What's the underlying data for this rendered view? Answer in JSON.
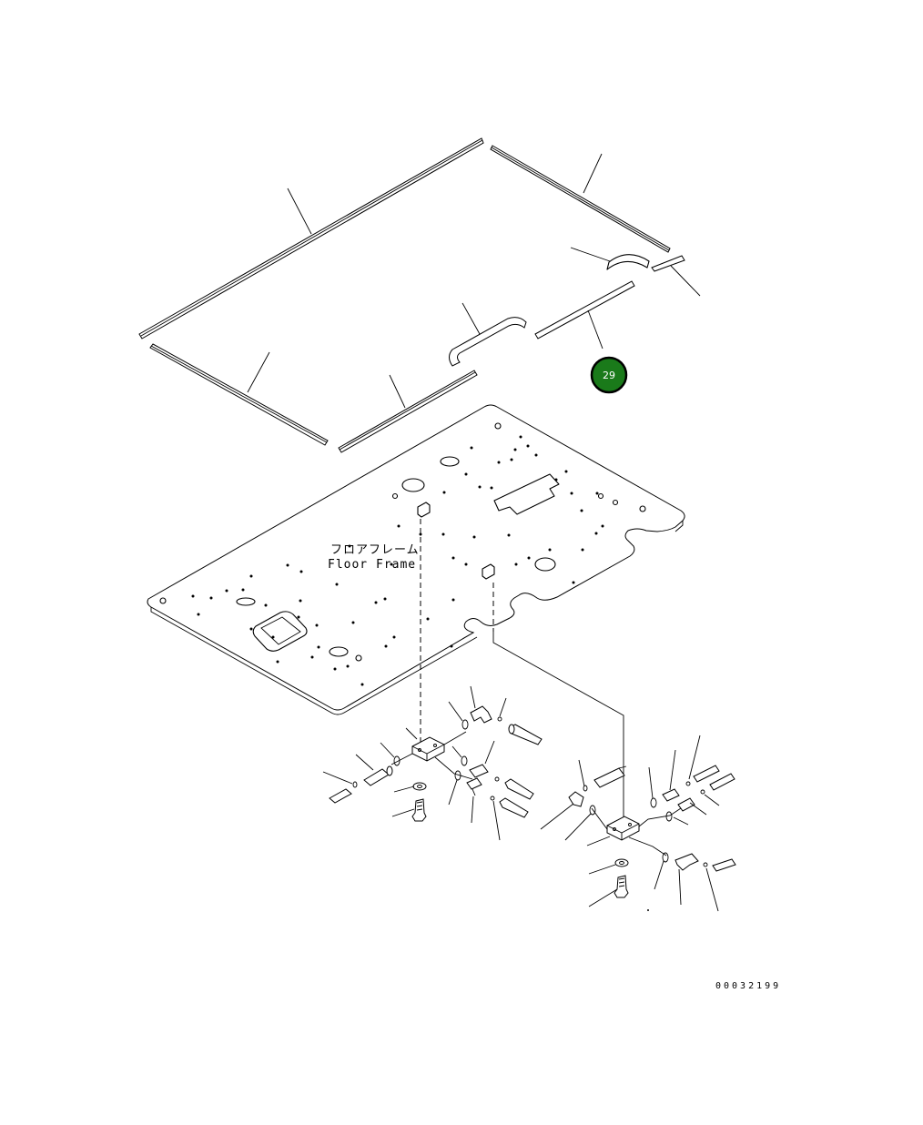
{
  "diagram": {
    "frame_label_jp": "フロアフレーム",
    "frame_label_en": "Floor Frame",
    "document_number": "00032199",
    "callout": {
      "number": "29",
      "color": "#1a7a1a",
      "border_color": "#000000"
    }
  }
}
